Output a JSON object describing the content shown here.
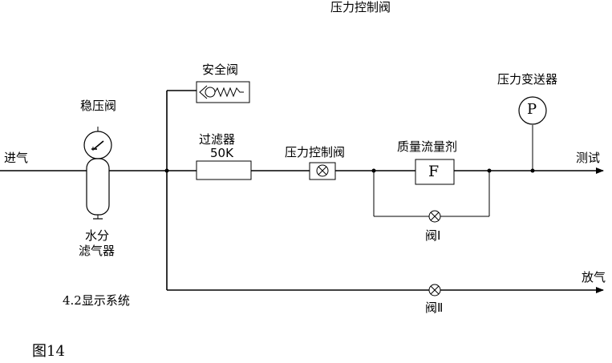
{
  "header": {
    "top_title": "压力控制阀"
  },
  "labels": {
    "inlet": "进气",
    "regulator": "稳压阀",
    "safety_valve": "安全阀",
    "filter_name": "过滤器",
    "filter_rating": "50K",
    "pressure_control_valve": "压力控制阀",
    "mass_flow": "质量流量剂",
    "mass_flow_symbol": "F",
    "pressure_transmitter": "压力变送器",
    "transmitter_symbol": "P",
    "test_outlet": "测试",
    "vent_outlet": "放气",
    "valve_one": "阀Ⅰ",
    "valve_two": "阀Ⅱ",
    "water_separator_line1": "水分",
    "water_separator_line2": "滤气器"
  },
  "section_note": "4.2显示系统",
  "figure_caption": "图14"
}
